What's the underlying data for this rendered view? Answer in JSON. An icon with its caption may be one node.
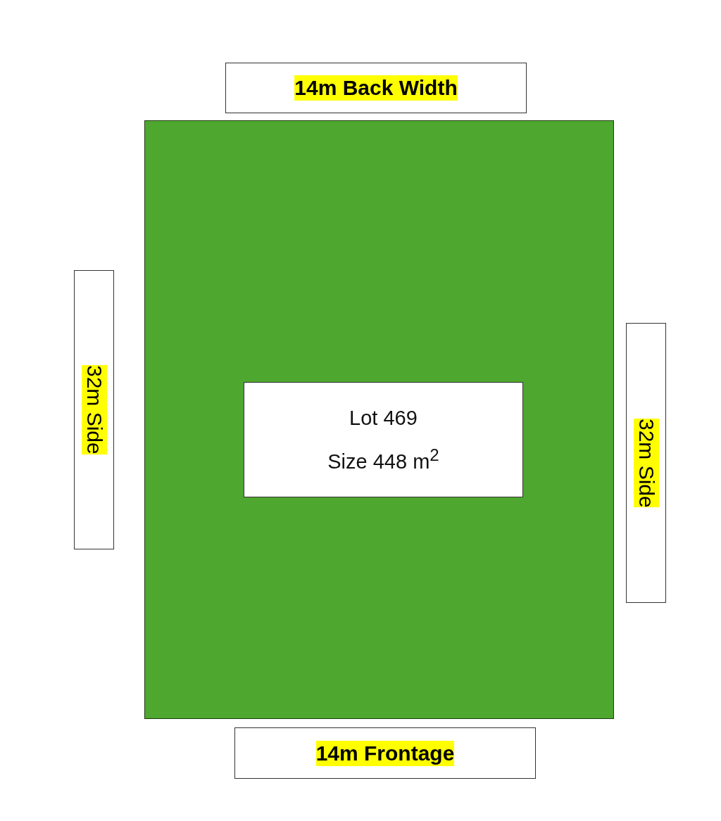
{
  "diagram": {
    "nodes": [
      {
        "text": [
          "14m Back Width"
        ]
      },
      {
        "text": [],
        "shape": "box"
      },
      {
        "text": [
          "Lot 469",
          "Size 448 m$^{2}$"
        ],
        "in": 1
      },
      {
        "text": [
          "32m Side"
        ]
      },
      {
        "text": [
          "32m Side"
        ]
      },
      {
        "text": [
          "14m Frontage"
        ]
      }
    ]
  }
}
